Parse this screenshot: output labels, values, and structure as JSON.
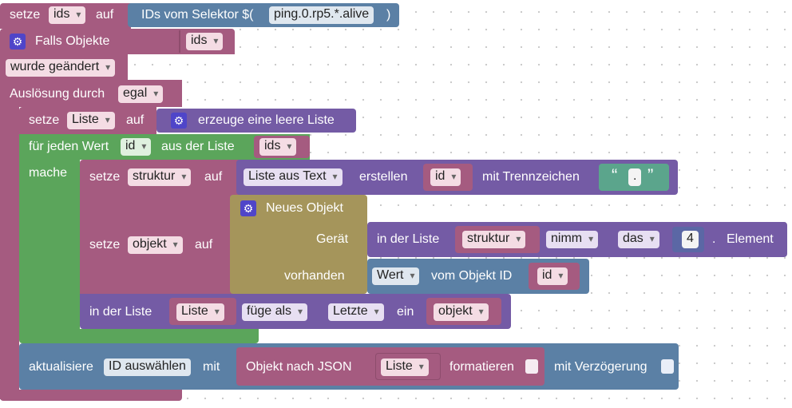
{
  "block_top": {
    "setze": "setze",
    "var": "ids",
    "auf": "auf",
    "selector_label": "IDs vom Selektor $(",
    "selector_value": "ping.0.rp5.*.alive",
    "close_paren": ")"
  },
  "trigger": {
    "label": "Falls Objekte",
    "var": "ids",
    "condition": "wurde geändert",
    "trigger_label": "Auslösung durch",
    "trigger_value": "egal"
  },
  "set_list": {
    "setze": "setze",
    "var": "Liste",
    "auf": "auf",
    "create_label": "erzeuge eine leere Liste"
  },
  "loop": {
    "label": "für jeden Wert",
    "var": "id",
    "from_label": "aus der Liste",
    "list_var": "ids",
    "do_label": "mache"
  },
  "set_struktur": {
    "setze": "setze",
    "var": "struktur",
    "auf": "auf",
    "split_dropdown": "Liste aus Text",
    "create_label": "erstellen",
    "id_var": "id",
    "sep_label": "mit Trennzeichen",
    "quote_open": "“",
    "sep_value": ".",
    "quote_close": "”"
  },
  "set_objekt": {
    "setze": "setze",
    "var": "objekt",
    "auf": "auf",
    "new_object_label": "Neues Objekt",
    "field1": "Gerät",
    "field2": "vorhanden",
    "in_list_label": "in der Liste",
    "list_var": "struktur",
    "take_dropdown": "nimm",
    "index_dropdown": "das",
    "index_value": "4",
    "dot": ".",
    "element_label": "Element",
    "value_dropdown": "Wert",
    "obj_id_label": "vom Objekt ID",
    "id_var": "id"
  },
  "list_insert": {
    "in_list_label": "in der Liste",
    "list_var": "Liste",
    "action_dropdown": "füge als",
    "position_dropdown": "Letzte",
    "ein_label": "ein",
    "item_var": "objekt"
  },
  "update": {
    "label": "aktualisiere",
    "select_dropdown": "ID auswählen",
    "mit_label": "mit",
    "json_label": "Objekt nach JSON",
    "list_var": "Liste",
    "format_label": "formatieren",
    "delay_label": "mit Verzögerung"
  },
  "colors": {
    "event": "#a55b80",
    "variable": "#a55b80",
    "list": "#745ba5",
    "loop": "#5ba55b",
    "text": "#5ba58c",
    "object": "#a5955b",
    "ioBroker": "#5b80a5"
  }
}
